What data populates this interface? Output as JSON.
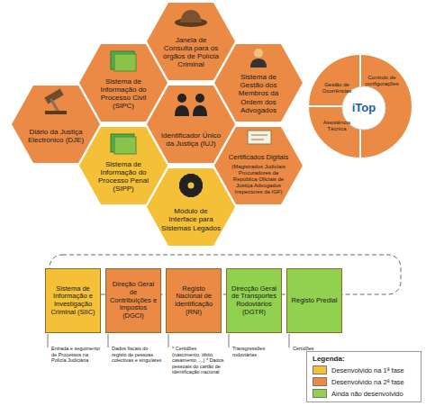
{
  "diagram": {
    "nodes": [
      {
        "text": [
          "Janela de Consulta para os órgãos de Polícia Criminal"
        ]
      },
      {
        "text": [
          "Sistema de Informação do Processo Civil (SIPC)"
        ]
      },
      {
        "text": [
          "Sistema de Gestão dos Membros da Ordem dos Advogados"
        ]
      },
      {
        "text": [
          "Diário da Justiça Electrónico (DJE)"
        ]
      },
      {
        "text": [
          "Identificador Único da Justiça (IUJ)"
        ]
      },
      {
        "text": [
          "Sistema de Informação do Processo Penal (SIPP)"
        ]
      },
      {
        "text": [
          "Certificados Digitais",
          "(Magistrados Judiciais Procuradores da República Oficiais de Justiça Advogados Inspectores da IGF)"
        ]
      },
      {
        "text": [
          "Módulo de Interface para Sistemas Legados"
        ]
      },
      {
        "text": [
          "iTop"
        ]
      },
      {
        "text": [
          "Gestão de Ocorrências"
        ],
        "in": 8
      },
      {
        "text": [
          "Controlo de configurações"
        ],
        "in": 8
      },
      {
        "text": [
          "Assistência Técnica"
        ],
        "in": 8
      },
      {
        "text": [
          "Sistema de Informação e Investigação Criminal (SIIC)"
        ]
      },
      {
        "text": [
          "Direção Geral de Contribuições e Impostos (DGCI)"
        ]
      },
      {
        "text": [
          "Registo Nacional de Identificação (RNI)"
        ]
      },
      {
        "text": [
          "Direcção Geral de Transportes Rodoviários (DGTR)"
        ]
      },
      {
        "text": [
          "Registo Predial"
        ]
      }
    ],
    "labels": [
      "Entrada e seguimento de Processos na Polícia Judiciária",
      "Dados fiscais do registo de pessoas colectivas e singulares",
      "* Certidões (nascimento, óbito, casamento, ...) * Dados pessoais do cartão de identificação nacional",
      "Transgressões rodoviárias",
      "Certidões",
      "Legenda:"
    ],
    "legend": [
      {
        "text": "Desenvolvido na 1ª fase",
        "color": "#f4c038"
      },
      {
        "text": "Desenvolvido na 2ª fase",
        "color": "#ea8a45"
      },
      {
        "text": "Ainda não desenvolvido",
        "color": "#92d050"
      }
    ]
  }
}
